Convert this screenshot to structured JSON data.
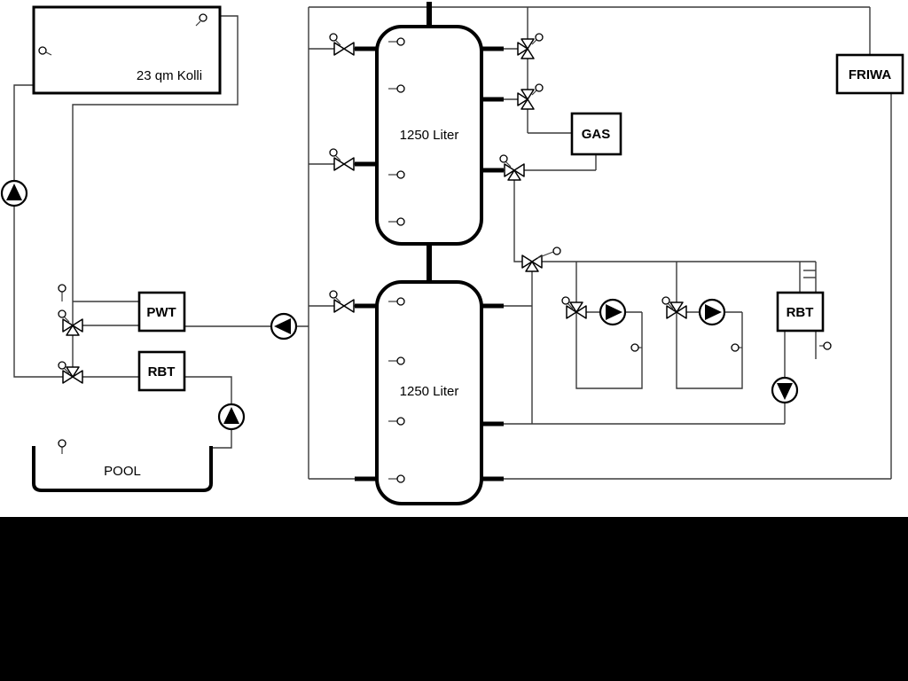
{
  "diagram": {
    "title": "heating-scheme",
    "colors": {
      "background": "#ffffff",
      "lines": "#000000",
      "bottom_bar": "#000000"
    },
    "labels": {
      "collector": "23 qm Kolli",
      "tank1": "1250 Liter",
      "tank2": "1250 Liter",
      "gas": "GAS",
      "friwa": "FRIWA",
      "pwt": "PWT",
      "rbt_left": "RBT",
      "rbt_right": "RBT",
      "pool": "POOL"
    },
    "icons": [
      "pump-up-icon",
      "pump-left-icon",
      "pump-pool-up-icon",
      "pump-right-icon-1",
      "pump-right-icon-2",
      "pump-down-icon",
      "valve-icon",
      "three-way-valve-icon",
      "sensor-icon",
      "heater-element-icon"
    ]
  }
}
